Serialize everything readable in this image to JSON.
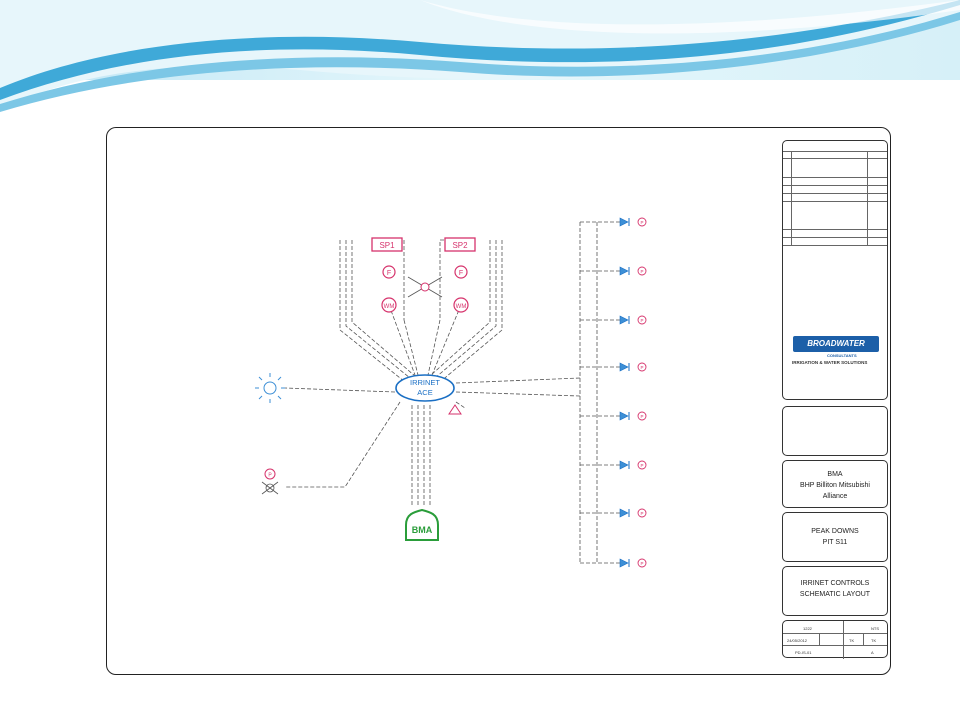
{
  "diagram": {
    "setpoints": [
      "SP1",
      "SP2"
    ],
    "controller": [
      "IRRINET",
      "ACE"
    ],
    "logo": "BMA",
    "meter_label": "WM",
    "pump_label": "P",
    "fault_label": "F"
  },
  "title_block": {
    "company": "BROADWATER",
    "company_sub": "CONSULTANTS",
    "tagline": "IRRIGATION & WATER SOLUTIONS",
    "client": [
      "BMA",
      "BHP Billiton Mitsubishi",
      "Alliance"
    ],
    "project": [
      "PEAK DOWNS",
      "PIT S11"
    ],
    "drawing": [
      "IRRINET CONTROLS",
      "SCHEMATIC LAYOUT"
    ],
    "job_no": "1222",
    "scale": "NTS",
    "date": "24/05/2012",
    "drawn": "TK",
    "checked": "TK",
    "drawing_no": "PD-IS-01",
    "revision": "A"
  },
  "colors": {
    "banner_blue": "#3fa9d8",
    "line": "#555555",
    "pink": "#d6336c",
    "controller": "#1a6fc4",
    "logo_green": "#2a9d3a"
  }
}
